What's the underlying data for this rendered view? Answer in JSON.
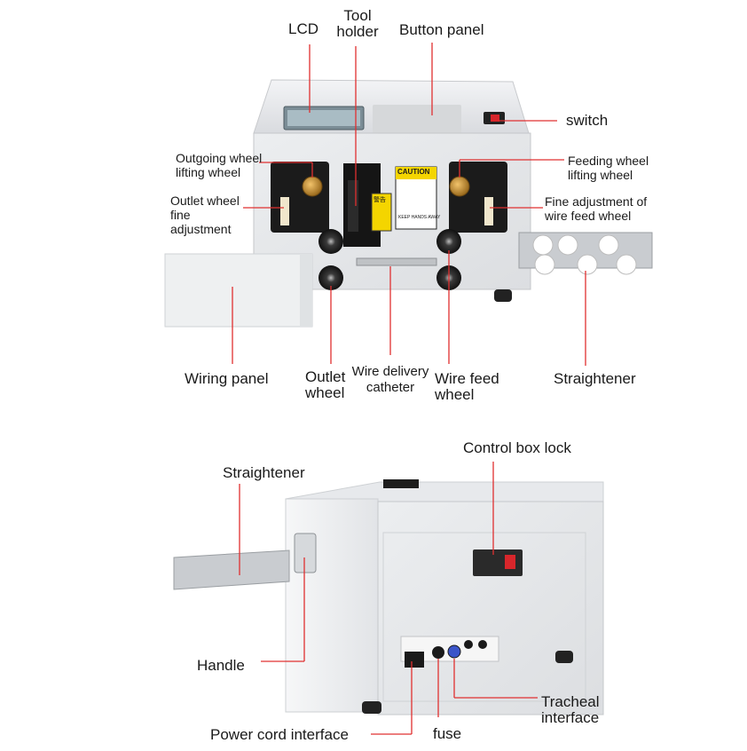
{
  "diagram": {
    "top_machine": {
      "panel_text": {
        "caution": "CAUTION",
        "warning_cn": "警告",
        "keep_hands_away": "KEEP HANDS AWAY"
      },
      "labels": {
        "lcd": "LCD",
        "tool_holder": "Tool holder",
        "button_panel": "Button panel",
        "switch": "switch",
        "outgoing_wheel_lifting": "Outgoing wheel lifting wheel",
        "outlet_wheel_fine": "Outlet wheel fine adjustment",
        "feeding_wheel_lifting": "Feeding wheel lifting wheel",
        "fine_adjust_feed": "Fine adjustment of wire feed wheel",
        "wiring_panel": "Wiring panel",
        "outlet_wheel": "Outlet wheel",
        "wire_delivery_catheter": "Wire delivery catheter",
        "wire_feed_wheel": "Wire feed wheel",
        "straightener": "Straightener"
      }
    },
    "bottom_machine": {
      "labels": {
        "control_box_lock": "Control box lock",
        "straightener": "Straightener",
        "handle": "Handle",
        "tracheal_interface": "Tracheal interface",
        "power_cord_interface": "Power cord interface",
        "fuse": "fuse"
      }
    },
    "colors": {
      "leader_line": "#e03030",
      "machine_body": "#e9ebee",
      "panel_black": "#1b1b1b",
      "caution_yellow": "#f4d500",
      "switch_red": "#d8262b"
    }
  }
}
